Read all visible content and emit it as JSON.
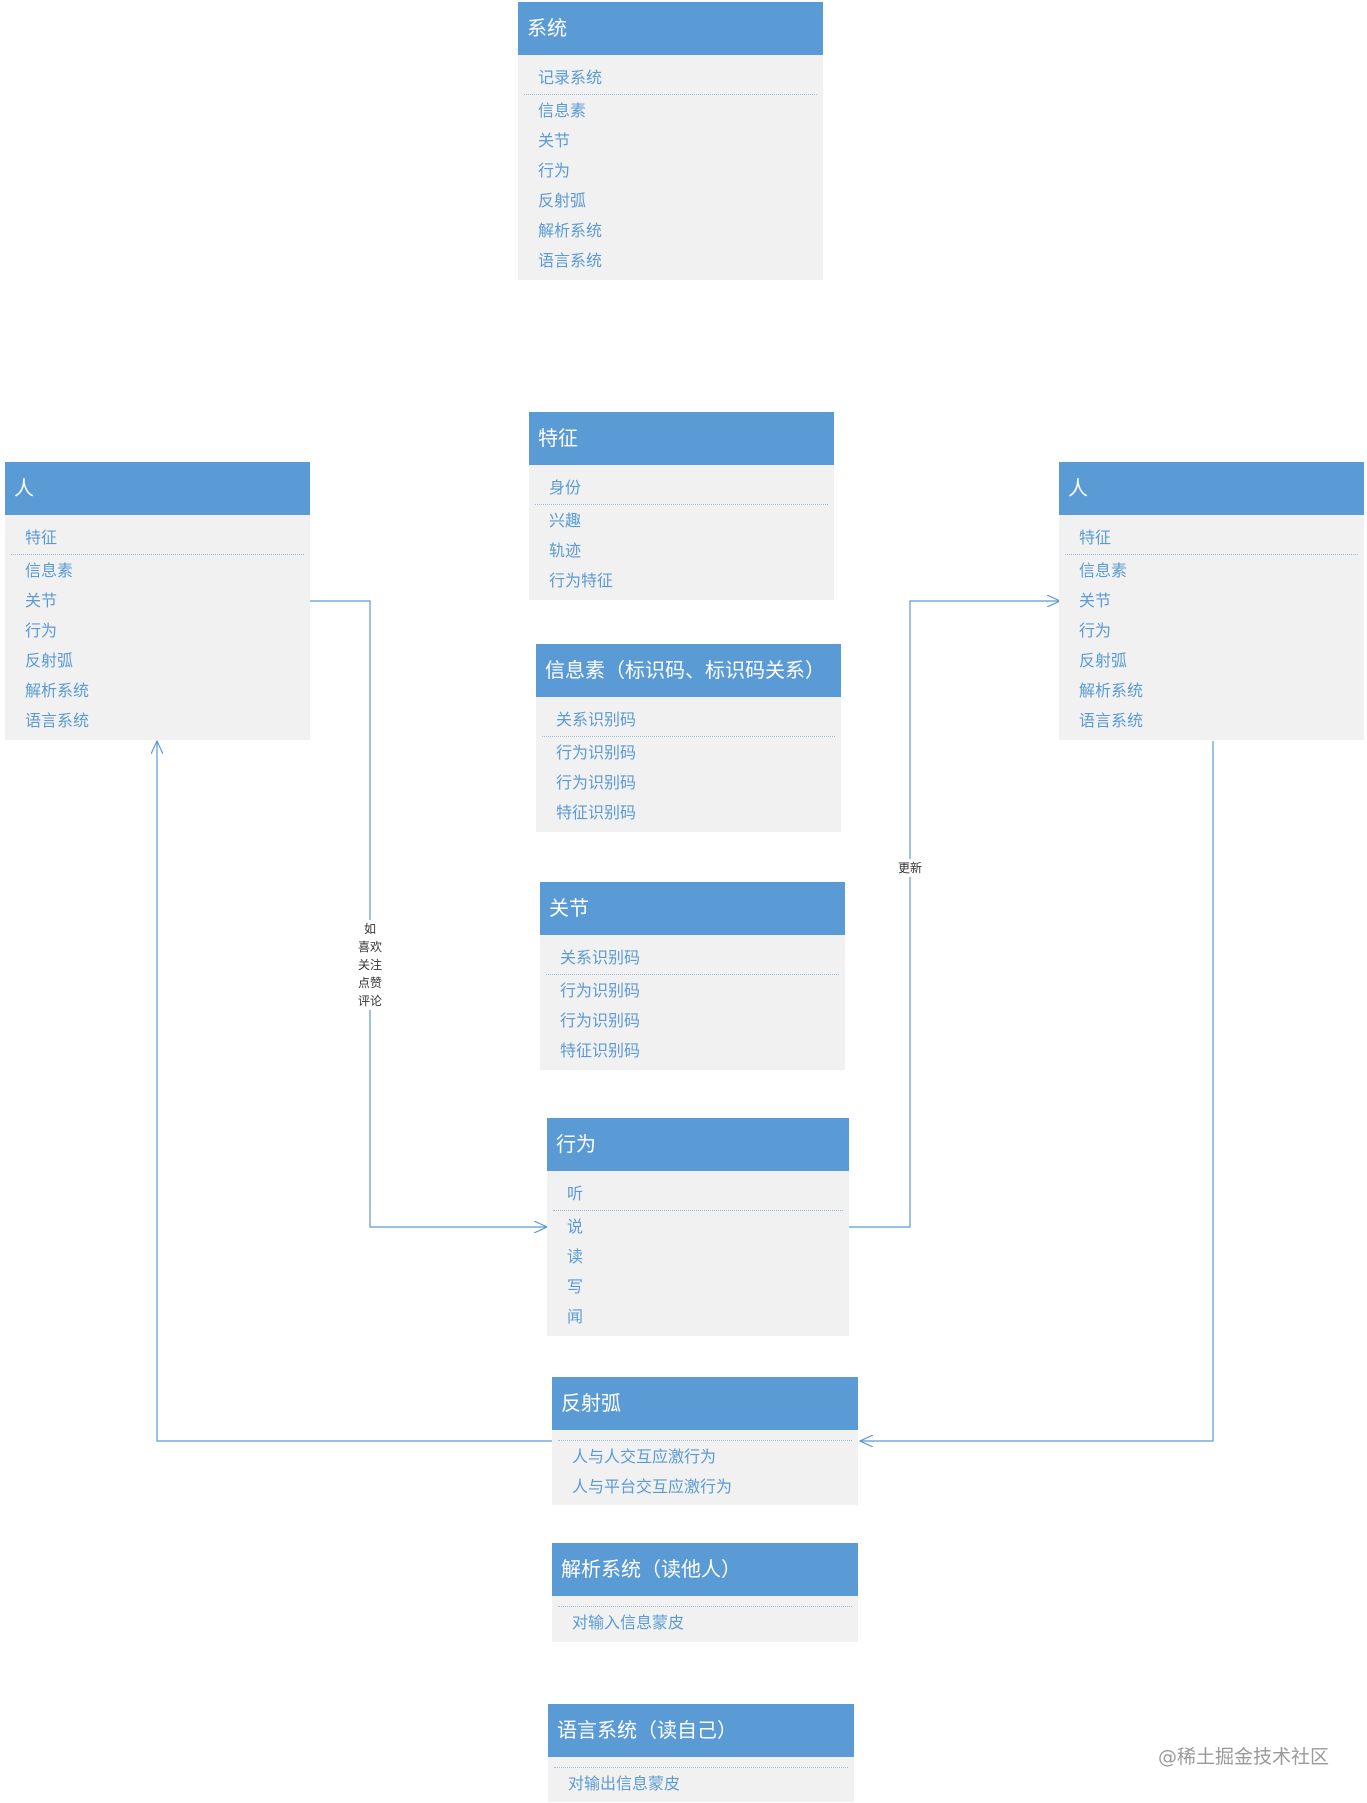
{
  "boxes": {
    "system": {
      "title": "系统",
      "items": [
        "记录系统",
        "信息素",
        "关节",
        "行为",
        "反射弧",
        "解析系统",
        "语言系统"
      ]
    },
    "person_left": {
      "title": "人",
      "items": [
        "特征",
        "信息素",
        "关节",
        "行为",
        "反射弧",
        "解析系统",
        "语言系统"
      ]
    },
    "person_right": {
      "title": "人",
      "items": [
        "特征",
        "信息素",
        "关节",
        "行为",
        "反射弧",
        "解析系统",
        "语言系统"
      ]
    },
    "feature": {
      "title": "特征",
      "items": [
        "身份",
        "兴趣",
        "轨迹",
        "行为特征"
      ]
    },
    "pheromone": {
      "title": "信息素（标识码、标识码关系）",
      "items": [
        "关系识别码",
        "行为识别码",
        "行为识别码",
        "特征识别码"
      ]
    },
    "joint": {
      "title": "关节",
      "items": [
        "关系识别码",
        "行为识别码",
        "行为识别码",
        "特征识别码"
      ]
    },
    "behavior": {
      "title": "行为",
      "items": [
        "听",
        "说",
        "读",
        "写",
        "闻"
      ]
    },
    "reflex": {
      "title": "反射弧",
      "items": [
        "",
        "人与人交互应激行为",
        "人与平台交互应激行为"
      ]
    },
    "parser": {
      "title": "解析系统（读他人）",
      "items": [
        "",
        "对输入信息蒙皮"
      ]
    },
    "language": {
      "title": "语言系统（读自己）",
      "items": [
        "",
        "对输出信息蒙皮"
      ]
    }
  },
  "edge_labels": {
    "left_to_behavior": [
      "如",
      "喜欢",
      "关注",
      "点赞",
      "评论"
    ],
    "behavior_to_right": "更新"
  },
  "colors": {
    "header": "#5b9bd5",
    "body": "#f1f1f1",
    "item_text": "#5b9bd5",
    "line": "#5b9bd5"
  },
  "watermark": "@稀土掘金技术社区"
}
